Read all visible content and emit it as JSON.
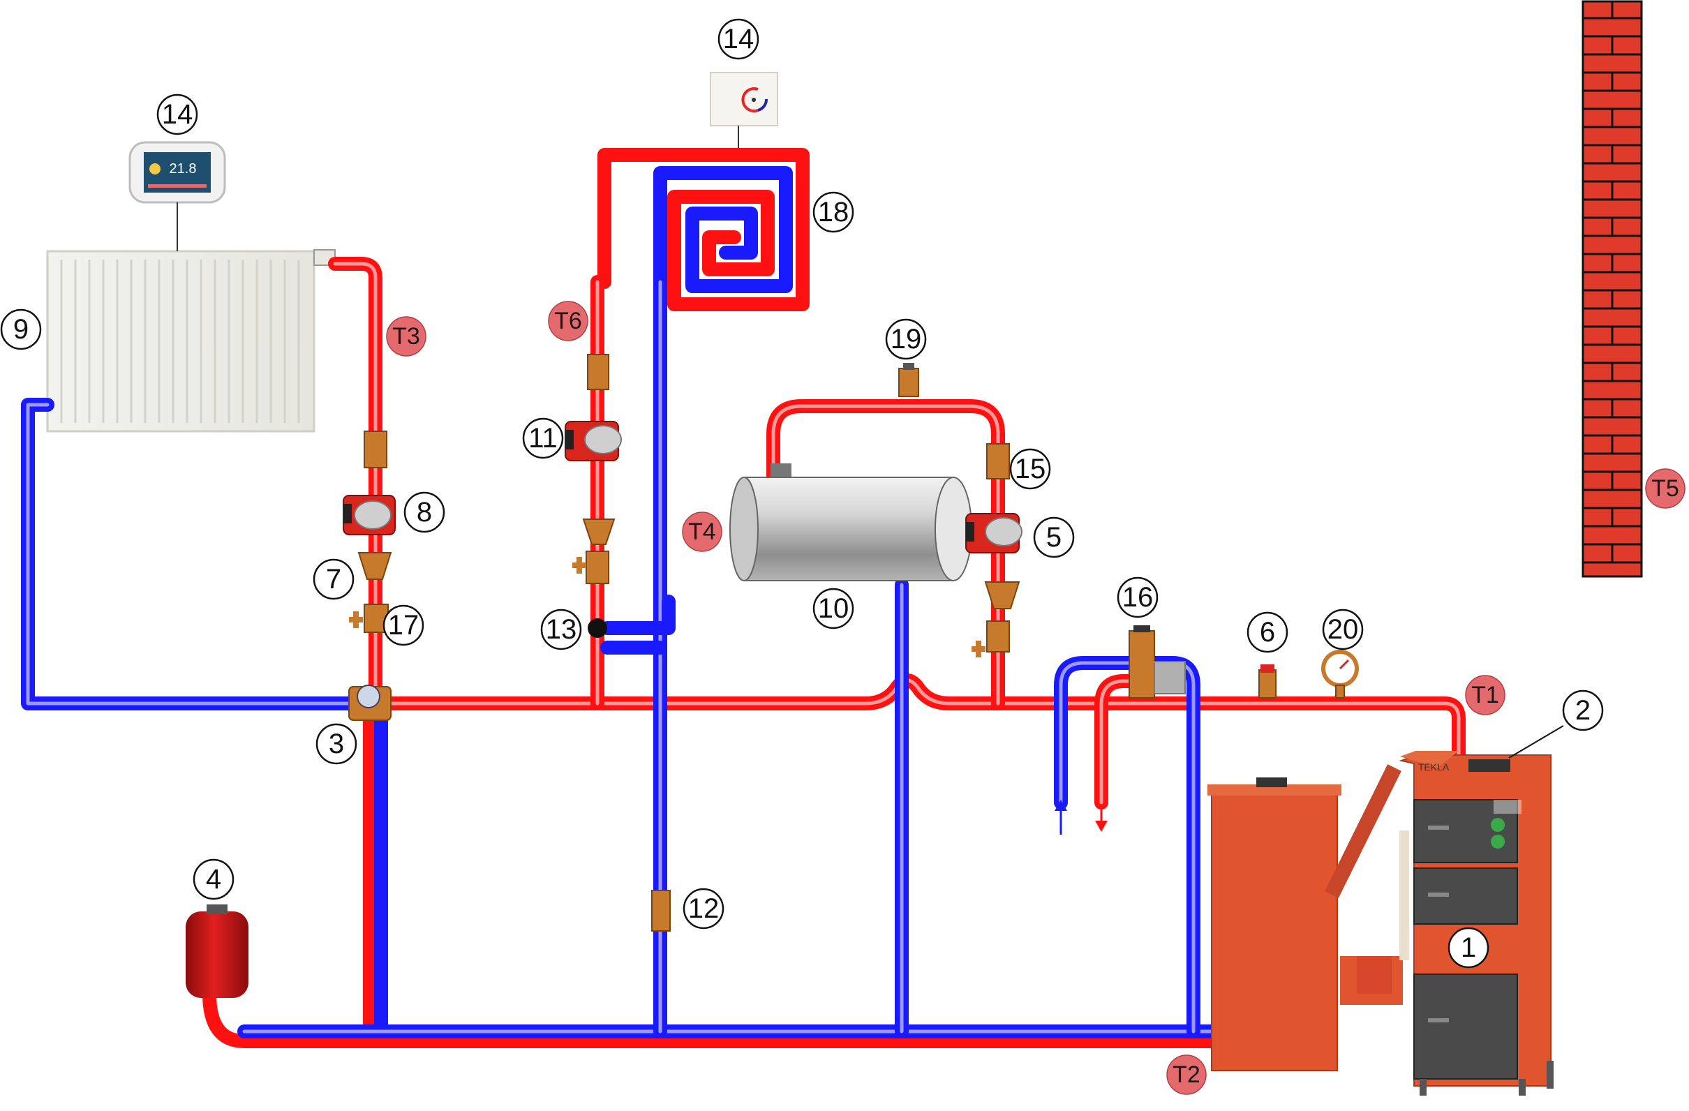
{
  "labels": {
    "n1": "1",
    "n2": "2",
    "n3": "3",
    "n4": "4",
    "n5": "5",
    "n6": "6",
    "n7": "7",
    "n8": "8",
    "n9": "9",
    "n10": "10",
    "n11": "11",
    "n12": "12",
    "n13": "13",
    "n14a": "14",
    "n14b": "14",
    "n15": "15",
    "n16": "16",
    "n17": "17",
    "n18": "18",
    "n19": "19",
    "n20": "20"
  },
  "sensors": {
    "t1": "T1",
    "t2": "T2",
    "t3": "T3",
    "t4": "T4",
    "t5": "T5",
    "t6": "T6"
  },
  "devices": {
    "room_panel_temp": "21.8",
    "boiler_brand": "TEKLA"
  },
  "colors": {
    "hot_pipe": "#ff1111",
    "cold_pipe": "#1a1aff",
    "sensor_badge": "#e46a6e",
    "brick": "#e03b2a",
    "boiler_body": "#e0542e",
    "boiler_door": "#4a4a4a"
  },
  "icons": {
    "room_panel": "thermostat-panel-icon",
    "room_thermostat": "room-thermostat-icon",
    "arrow_up": "arrow-up-icon",
    "arrow_down": "arrow-down-icon"
  }
}
